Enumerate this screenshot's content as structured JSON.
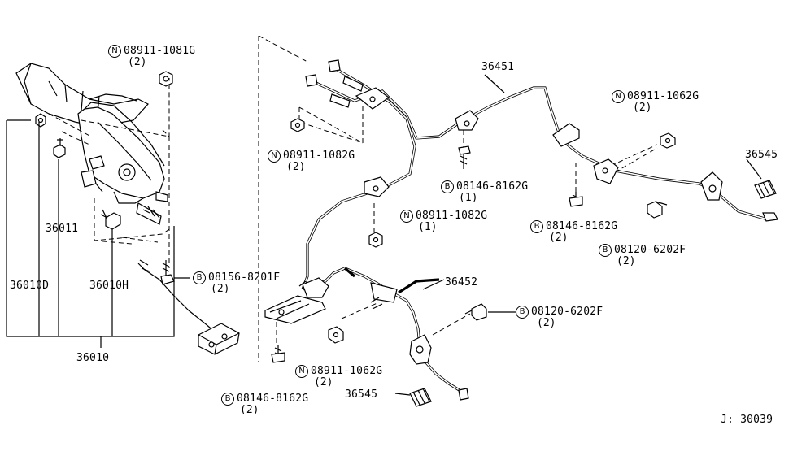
{
  "diagram": {
    "labels": {
      "n_08911_1081G": "08911-1081G",
      "n_08911_1081G_qty": "(2)",
      "n_08911_1082G_a": "08911-1082G",
      "n_08911_1082G_a_qty": "(2)",
      "n_08911_1062G_top": "08911-1062G",
      "n_08911_1062G_top_qty": "(2)",
      "n_08911_1082G_b": "08911-1082G",
      "n_08911_1082G_b_qty": "(1)",
      "b_08146_8162G_a": "08146-8162G",
      "b_08146_8162G_a_qty": "(1)",
      "b_08146_8162G_b": "08146-8162G",
      "b_08146_8162G_b_qty": "(2)",
      "b_08120_6202F_a": "08120-6202F",
      "b_08120_6202F_a_qty": "(2)",
      "b_08156_8201F": "08156-8201F",
      "b_08156_8201F_qty": "(2)",
      "b_08120_6202F_b": "08120-6202F",
      "b_08120_6202F_b_qty": "(2)",
      "n_08911_1062G_bot": "08911-1062G",
      "n_08911_1062G_bot_qty": "(2)",
      "b_08146_8162G_c": "08146-8162G",
      "b_08146_8162G_c_qty": "(2)",
      "p36451": "36451",
      "p36545_top": "36545",
      "p36452": "36452",
      "p36545_bot": "36545",
      "p36011": "36011",
      "p36010D": "36010D",
      "p36010H": "36010H",
      "p36010": "36010",
      "diagram_code": "J: 30039"
    },
    "symbols": {
      "nut": "N",
      "bolt": "B"
    }
  }
}
